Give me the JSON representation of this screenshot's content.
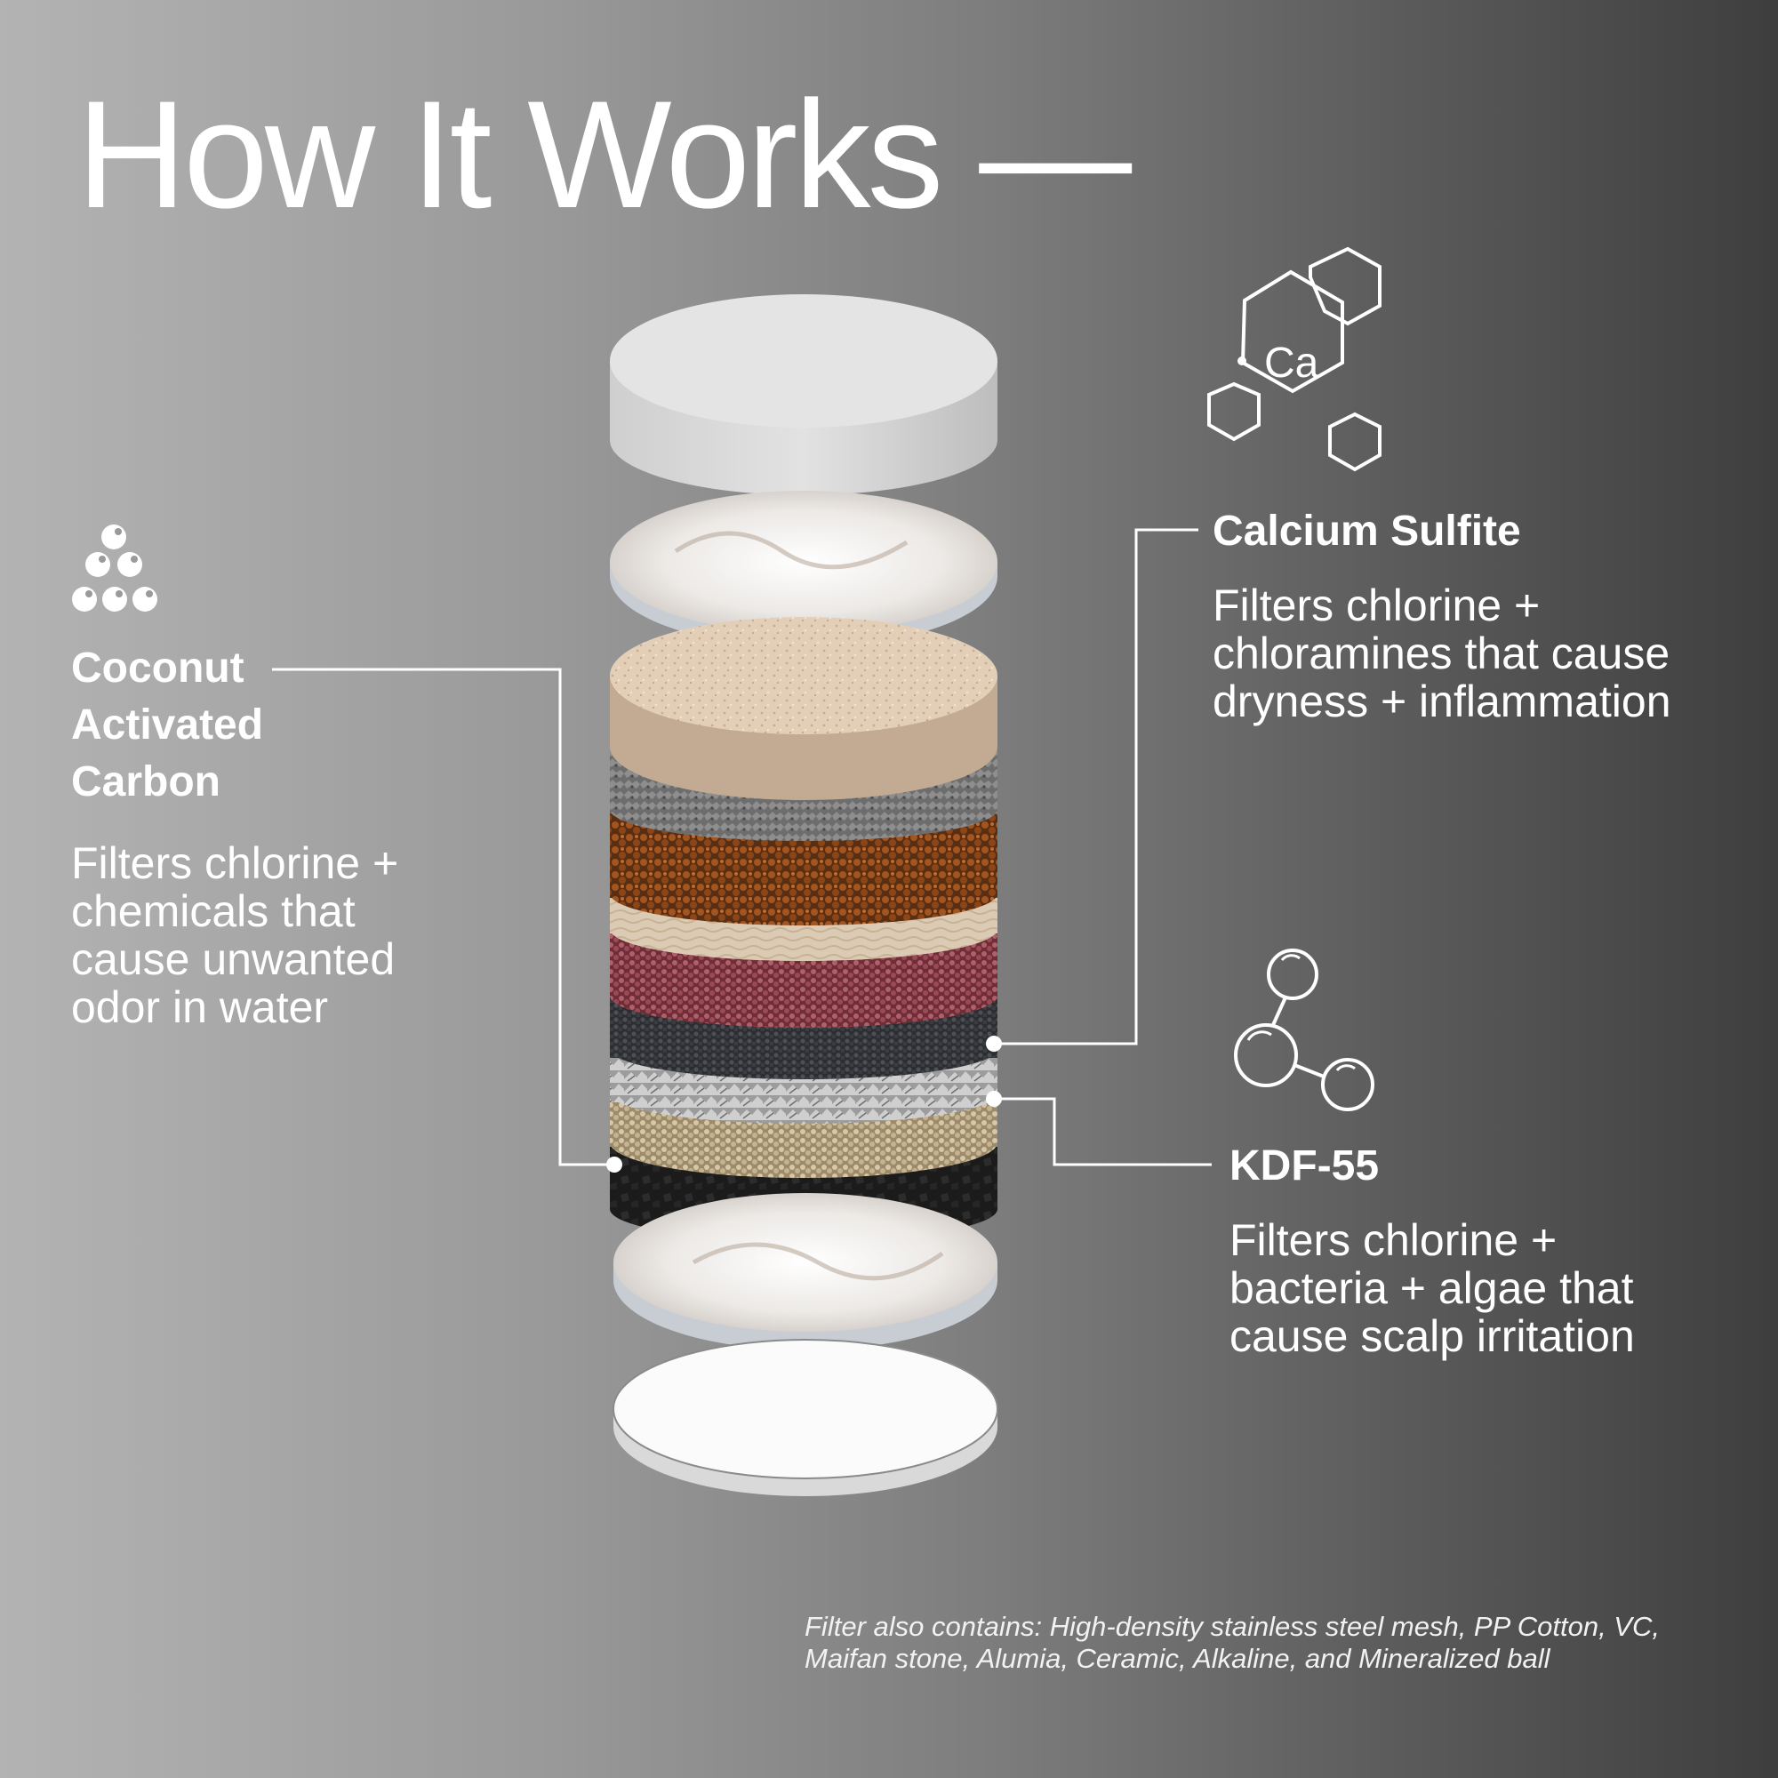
{
  "title": "How It Works —",
  "left": {
    "heading_lines": [
      "Coconut",
      "Activated",
      "Carbon"
    ],
    "description": "Filters chlorine + chemicals that cause unwanted odor in water",
    "icon": "stacked-balls-icon"
  },
  "top_right": {
    "heading": "Calcium Sulfite",
    "description": "Filters chlorine + chloramines that cause dryness + inflammation",
    "icon": "calcium-molecule-icon",
    "icon_label": "Ca"
  },
  "bottom_right": {
    "heading": "KDF-55",
    "description": "Filters chlorine + bacteria + algae that cause scalp irritation",
    "icon": "molecule-icon"
  },
  "footnote": "Filter also contains: High-density stainless steel mesh, PP Cotton, VC, Maifan stone, Alumia, Ceramic, Alkaline, and Mineralized ball",
  "colors": {
    "bg_light": "#b3b3b3",
    "bg_dark": "#3e3e3e",
    "text": "#ffffff"
  }
}
